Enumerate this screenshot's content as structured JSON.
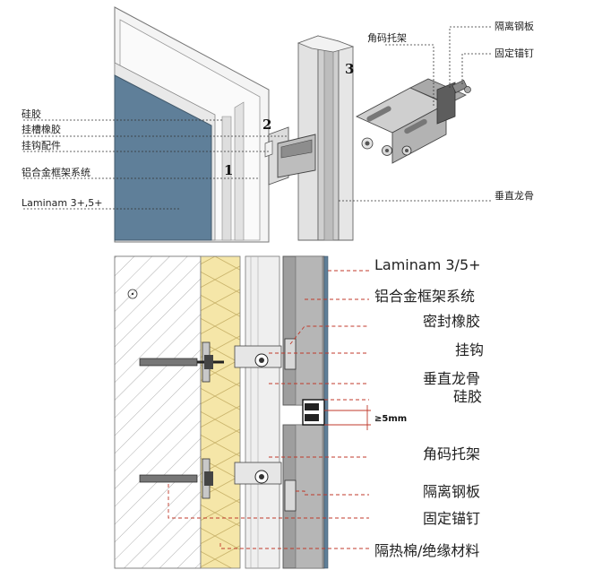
{
  "top": {
    "labels": {
      "silicone": "硅胶",
      "slot_rubber": "挂槽橡胶",
      "hook_fitting": "挂钩配件",
      "frame_system": "铝合金框架系统",
      "laminam": "Laminam 3+,5+",
      "angle_bracket": "角码托架",
      "isolation_plate": "隔离钢板",
      "anchor_bolt": "固定锚钉",
      "mullion": "垂直龙骨"
    },
    "numbers": [
      "1",
      "2",
      "3"
    ]
  },
  "bottom": {
    "labels": {
      "laminam": "Laminam 3/5+",
      "frame_system": "铝合金框架系统",
      "seal_rubber": "密封橡胶",
      "hook": "挂钩",
      "mullion": "垂直龙骨",
      "silicone": "硅胶",
      "angle_bracket": "角码托架",
      "isolation_plate": "隔离钢板",
      "anchor_bolt": "固定锚钉",
      "insulation": "隔热棉/绝缘材料"
    },
    "gap_dimension": "≥5mm"
  },
  "colors": {
    "panel_blue": "#5f7f99",
    "insulation_yellow": "#f5e6a8",
    "leader_red": "#c0392b",
    "frame_grey": "#cfcfcf"
  }
}
